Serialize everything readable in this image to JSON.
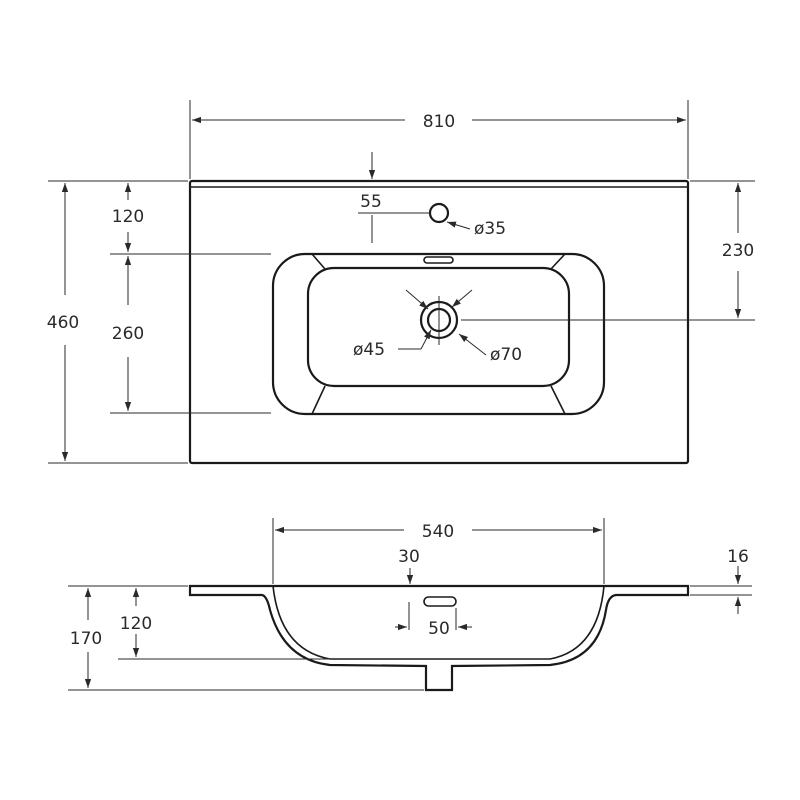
{
  "dimensions": {
    "overall_width": "810",
    "overall_depth": "460",
    "tap_hole_offset_top": "120",
    "tap_hole_offset_side": "55",
    "tap_hole_diameter": "ø35",
    "drain_offset": "230",
    "bowl_depth": "260",
    "drain_inner_diameter": "ø45",
    "drain_outer_diameter": "ø70",
    "bowl_width": "540",
    "overflow_offset": "30",
    "rim_thickness": "16",
    "bowl_height": "120",
    "total_height": "170",
    "overflow_width": "50"
  }
}
